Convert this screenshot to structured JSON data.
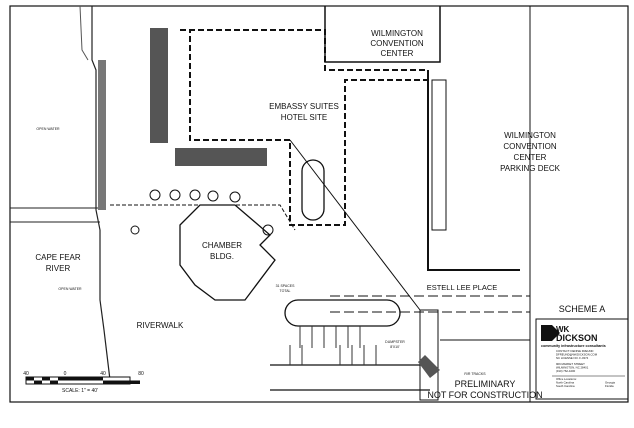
{
  "labels": {
    "convention_center": [
      "WILMINGTON",
      "CONVENTION",
      "CENTER"
    ],
    "embassy": [
      "EMBASSY SUITES",
      "HOTEL SITE"
    ],
    "parking_deck": [
      "WILMINGTON",
      "CONVENTION",
      "CENTER",
      "PARKING DECK"
    ],
    "chamber": [
      "CHAMBER",
      "BLDG."
    ],
    "river": [
      "CAPE FEAR",
      "RIVER"
    ],
    "riverwalk": "RIVERWALK",
    "estell": "ESTELL LEE PLACE",
    "open_water_1": "OPEN WATER",
    "open_water_2": "OPEN WATER",
    "spaces": [
      "31 SPACES",
      "TOTAL"
    ],
    "dumpster": [
      "DUMPSTER",
      "8'X10'"
    ],
    "rail": "R/R TRACKS",
    "preliminary": [
      "PRELIMINARY",
      "NOT FOR CONSTRUCTION"
    ]
  },
  "scale": {
    "ticks": [
      "40",
      "0",
      "40",
      "80"
    ],
    "text": "SCALE:  1\" = 40'"
  },
  "title_block": {
    "scheme": "SCHEME A",
    "logo_top": "WK",
    "logo_bottom": "DICKSON",
    "tagline": "community infrastructure consultants",
    "contact": [
      "CONTACT: DENISE FREUND",
      "DFREUND@WKDICKSON.COM",
      "NC LICENSE NO. F-0374"
    ],
    "address": [
      "909 MARKET STREET",
      "WILMINGTON, NC 28401",
      "(910) 762-4200"
    ],
    "offices_title": "Office Locations:",
    "offices_left": [
      "North Carolina",
      "South Carolina"
    ],
    "offices_right": [
      "Georgia",
      "Florida"
    ]
  }
}
